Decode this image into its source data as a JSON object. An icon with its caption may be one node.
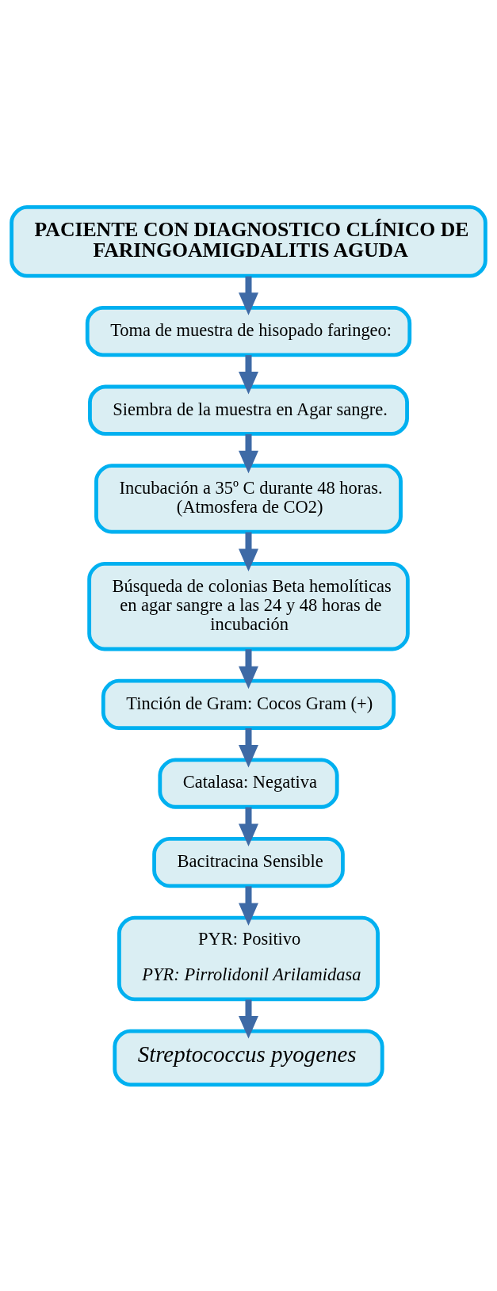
{
  "diagram": {
    "nodes": [
      {
        "text": [
          "PACIENTE CON DIAGNOSTICO CLÍNICO DE FARINGOAMIGDALITIS AGUDA"
        ]
      },
      {
        "text": [
          "Toma de muestra de hisopado faringeo:"
        ]
      },
      {
        "text": [
          "Siembra de la muestra en Agar sangre."
        ]
      },
      {
        "text": [
          "Incubación a 35º C durante 48 horas. (Atmosfera de CO2)"
        ]
      },
      {
        "text": [
          "Búsqueda de colonias Beta hemolíticas en agar sangre a las 24 y 48 horas de incubación"
        ]
      },
      {
        "text": [
          "Tinción de Gram: Cocos Gram (+)"
        ]
      },
      {
        "text": [
          "Catalasa: Negativa"
        ]
      },
      {
        "text": [
          "Bacitracina Sensible"
        ]
      },
      {
        "text": [
          "PYR: Positivo",
          "PYR: Pirrolidonil Arilamidasa"
        ]
      },
      {
        "text": [
          "Streptococcus pyogenes"
        ]
      }
    ],
    "edges": [
      {
        "from": 0,
        "to": 1,
        "arrow": "to"
      },
      {
        "from": 1,
        "to": 2,
        "arrow": "to"
      },
      {
        "from": 2,
        "to": 3,
        "arrow": "to"
      },
      {
        "from": 3,
        "to": 4,
        "arrow": "to"
      },
      {
        "from": 4,
        "to": 5,
        "arrow": "to"
      },
      {
        "from": 5,
        "to": 6,
        "arrow": "to"
      },
      {
        "from": 6,
        "to": 7,
        "arrow": "to"
      },
      {
        "from": 7,
        "to": 8,
        "arrow": "to"
      },
      {
        "from": 8,
        "to": 9,
        "arrow": "to"
      }
    ]
  }
}
